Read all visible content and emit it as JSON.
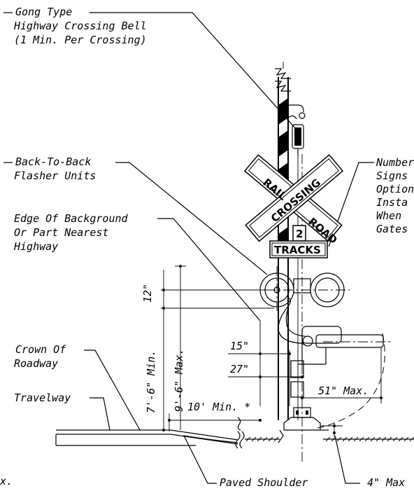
{
  "labels": {
    "gong_bell": [
      "Gong Type",
      "Highway Crossing Bell",
      "(1  Min. Per Crossing)"
    ],
    "flasher_units": [
      "Back-To-Back",
      "Flasher Units"
    ],
    "edge_background": [
      "Edge Of Background",
      "Or Part Nearest",
      "Highway"
    ],
    "number_signs": [
      "Number",
      "Signs",
      "Option",
      "Insta",
      "When",
      "Gates"
    ],
    "crown_roadway": [
      "Crown Of",
      "Roadway"
    ],
    "travelway": "Travelway",
    "paved_shoulder": "Paved Shoulder",
    "max_4": "4\" Max",
    "max_left": "x."
  },
  "dimensions": {
    "d12": "12\"",
    "d7_6": "7'-6\" Min.",
    "d9_6": "9'-6\" Max.",
    "d15": "15\"",
    "d27": "27\"",
    "d51": "51\" Max.",
    "d10": "10' Min. *"
  },
  "sign": {
    "rail": "RAIL",
    "road": "ROAD",
    "cross1": "CROSSING",
    "tracks_number": "2",
    "tracks_word": "TRACKS"
  }
}
